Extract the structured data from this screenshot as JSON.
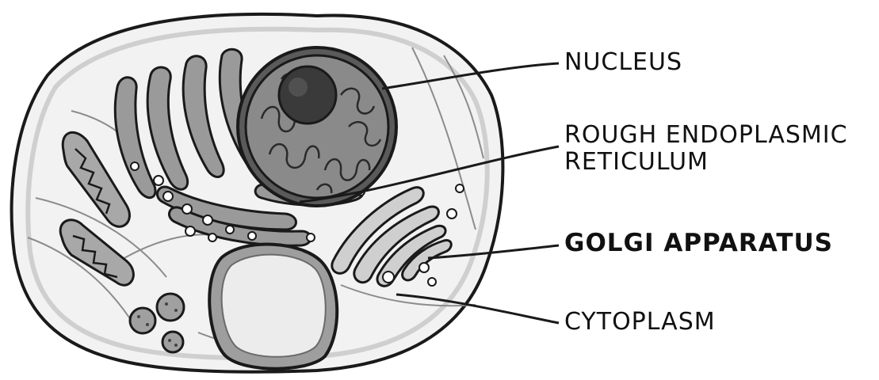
{
  "labels": {
    "nucleus": "NUCLEUS",
    "rer_line1": "ROUGH ENDOPLASMIC",
    "rer_line2": "RETICULUM",
    "golgi": "GOLGI APPARATUS",
    "cytoplasm": "CYTOPLASM"
  },
  "colors": {
    "outline": "#1a1a1a",
    "cell_fill": "#f2f2f2",
    "nucleus_fill": "#8a8a8a",
    "nucleolus_fill": "#3a3a3a",
    "organelle_fill": "#9a9a9a",
    "vacuole_fill": "#ececec"
  }
}
